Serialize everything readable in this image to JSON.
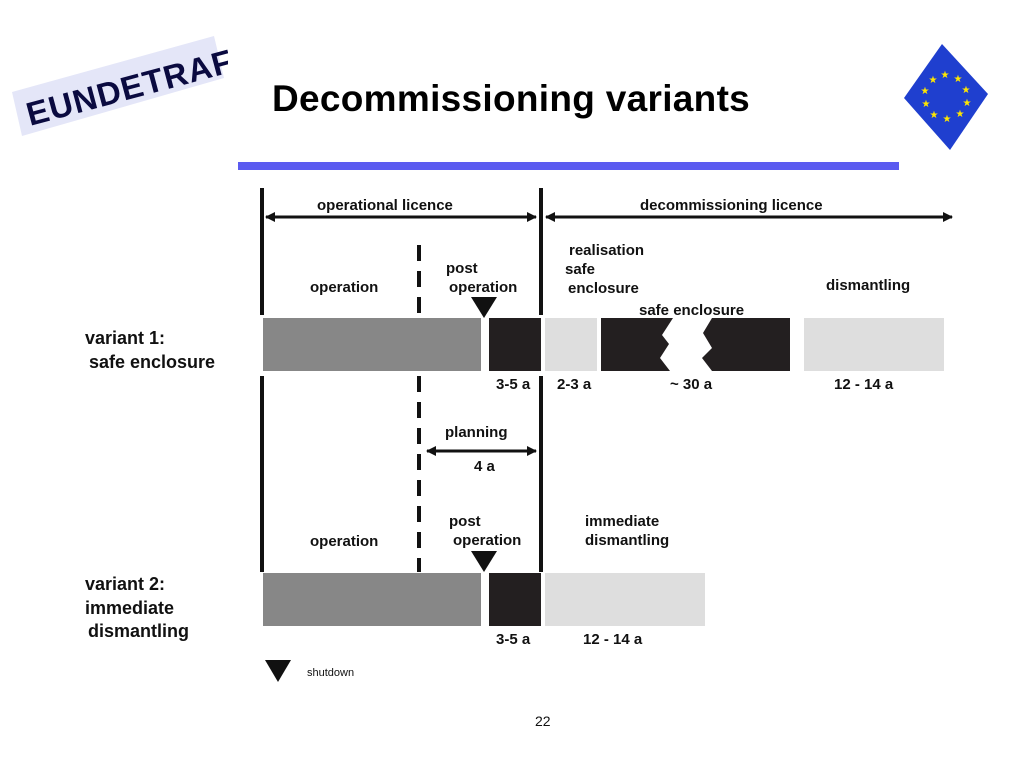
{
  "slide": {
    "title": "Decommissioning variants",
    "logo_text": "EUNDETRAF",
    "page_number": "22",
    "colors": {
      "title_rule": "#5b5bf0",
      "operation_bar": "#878787",
      "post_operation_bar": "#231f20",
      "light_bar": "#dedede",
      "flag_blue": "#1f3fcf",
      "flag_star": "#ffe600",
      "logo_background": "#e4e6f8"
    }
  },
  "licences": {
    "operational": "operational licence",
    "decommissioning": "decommissioning licence"
  },
  "variant1": {
    "label_line1": "variant 1:",
    "label_line2": "safe enclosure",
    "phase_operation": "operation",
    "phase_post_line1": "post",
    "phase_post_line2": "operation",
    "phase_realisation_line1": "realisation",
    "phase_realisation_line2": "safe",
    "phase_realisation_line3": "enclosure",
    "phase_safe_enclosure": "safe enclosure",
    "phase_dismantling": "dismantling",
    "duration_post": "3-5 a",
    "duration_realisation": "2-3 a",
    "duration_safe_enclosure": "~ 30 a",
    "duration_dismantling": "12 - 14 a"
  },
  "planning": {
    "label": "planning",
    "duration": "4 a"
  },
  "variant2": {
    "label_line1": "variant 2:",
    "label_line2": "immediate",
    "label_line3": "dismantling",
    "phase_operation": "operation",
    "phase_post_line1": "post",
    "phase_post_line2": "operation",
    "phase_immediate_line1": "immediate",
    "phase_immediate_line2": "dismantling",
    "duration_post": "3-5 a",
    "duration_dismantling": "12 - 14 a"
  },
  "legend": {
    "shutdown": "shutdown",
    "shutdown_icon": "shutdown-triangle-icon"
  }
}
